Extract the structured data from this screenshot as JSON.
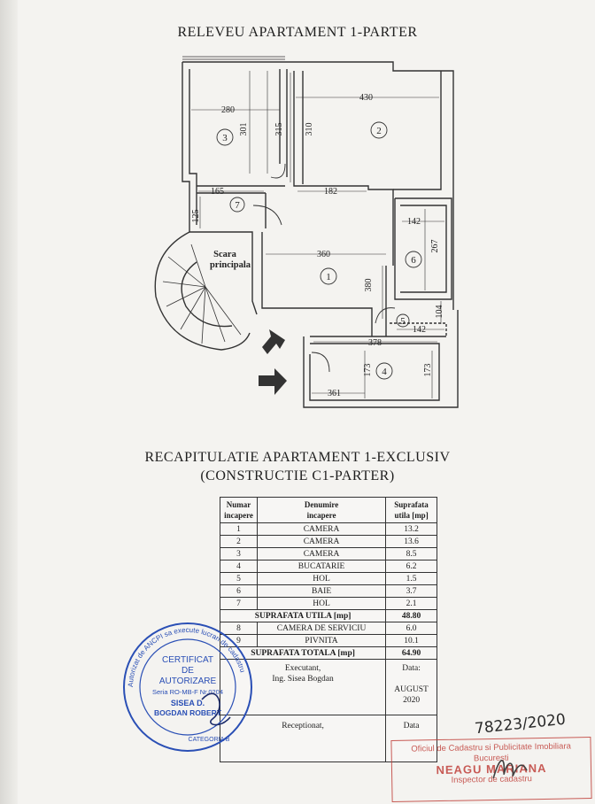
{
  "plan": {
    "title": "RELEVEU APARTAMENT 1-PARTER",
    "staircase_label_1": "Scara",
    "staircase_label_2": "principala",
    "rooms": [
      {
        "n": "1"
      },
      {
        "n": "2"
      },
      {
        "n": "3"
      },
      {
        "n": "4"
      },
      {
        "n": "5"
      },
      {
        "n": "6"
      },
      {
        "n": "7"
      }
    ],
    "dims": {
      "d280": "280",
      "d301": "301",
      "d315": "315",
      "d310": "310",
      "d430": "430",
      "d165": "165",
      "d182": "182",
      "d125": "125",
      "d360": "360",
      "d142a": "142",
      "d267": "267",
      "d380": "380",
      "d104": "104",
      "d142b": "142",
      "d378": "378",
      "d173a": "173",
      "d173b": "173",
      "d361": "361"
    }
  },
  "recap": {
    "title_1": "RECAPITULATIE  APARTAMENT 1-EXCLUSIV",
    "title_2": "(CONSTRUCTIE C1-PARTER)",
    "header": {
      "col1_a": "Numar",
      "col1_b": "incapere",
      "col2_a": "Denumire",
      "col2_b": "incapere",
      "col3_a": "Suprafata",
      "col3_b": "utila [mp]"
    },
    "rows": [
      {
        "n": "1",
        "name": "CAMERA",
        "area": "13.2"
      },
      {
        "n": "2",
        "name": "CAMERA",
        "area": "13.6"
      },
      {
        "n": "3",
        "name": "CAMERA",
        "area": "8.5"
      },
      {
        "n": "4",
        "name": "BUCATARIE",
        "area": "6.2"
      },
      {
        "n": "5",
        "name": "HOL",
        "area": "1.5"
      },
      {
        "n": "6",
        "name": "BAIE",
        "area": "3.7"
      },
      {
        "n": "7",
        "name": "HOL",
        "area": "2.1"
      }
    ],
    "total_util_label": "SUPRAFATA UTILA [mp]",
    "total_util_value": "48.80",
    "extra_rows": [
      {
        "n": "8",
        "name": "CAMERA DE SERVICIU",
        "area": "6.0"
      },
      {
        "n": "9",
        "name": "PIVNITA",
        "area": "10.1"
      }
    ],
    "total_label": "SUPRAFATA TOTALA [mp]",
    "total_value": "64.90",
    "executant_label": "Executant,",
    "executant_name": "Ing. Sisea Bogdan",
    "data_label": "Data:",
    "data_value_1": "AUGUST",
    "data_value_2": "2020",
    "receptionat_label": "Receptionat,",
    "data2_label": "Data"
  },
  "stamp_blue": {
    "line1": "CERTIFICAT",
    "line2": "DE",
    "line3": "AUTORIZARE",
    "line4": "Seria RO-MB-F Nr.0204",
    "line5": "SISEA D.",
    "line6": "BOGDAN ROBERT",
    "ring_text": "Autorizat de ANCPI sa execute lucrari de cadastru",
    "category": "CATEGORIA B"
  },
  "handwritten_number": "78223/2020",
  "stamp_red": {
    "line1": "Oficiul de Cadastru si Publicitate Imobiliara",
    "line2": "Bucuresti",
    "line3": "NEAGU MARIANA",
    "line4": "Inspector de cadastru"
  }
}
